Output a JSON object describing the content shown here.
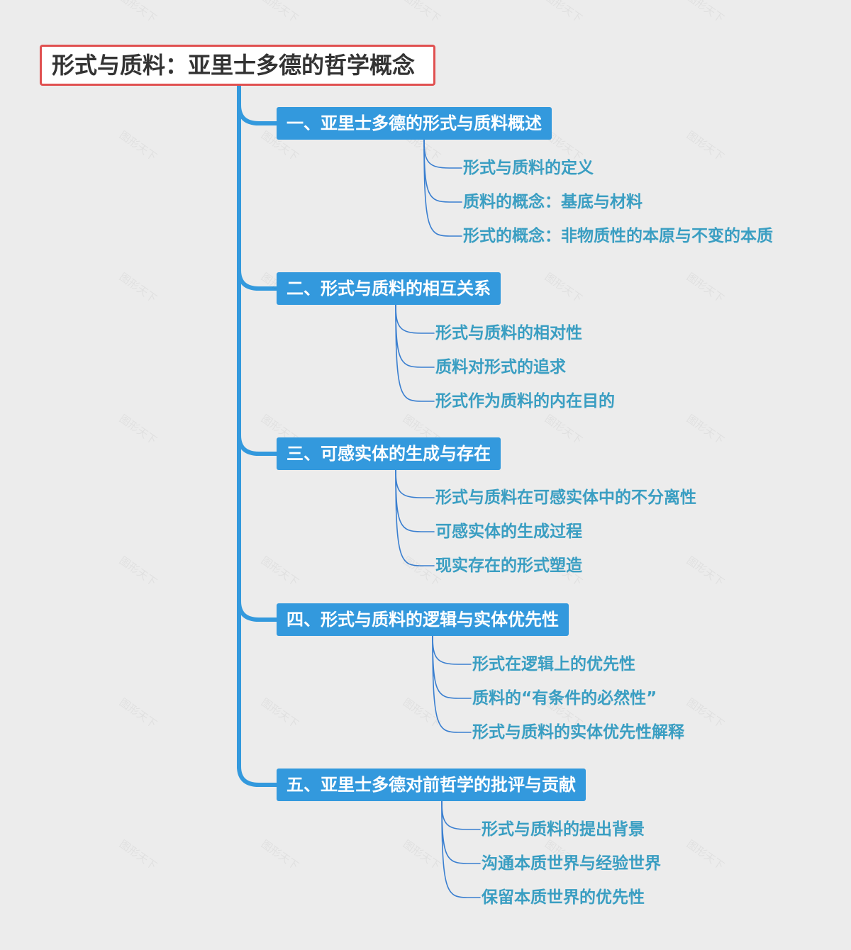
{
  "title": "形式与质料：亚里士多德的哲学概念",
  "watermark": "图形天下",
  "colors": {
    "trunk": "#3399dd",
    "branch_fill": "#3399dd",
    "leaf_line": "#3a7fd0",
    "leaf_text": "#3a9ec2",
    "root_border": "#e05050"
  },
  "branches": [
    {
      "label": "一、亚里士多德的形式与质料概述",
      "children": [
        "形式与质料的定义",
        "质料的概念：基底与材料",
        "形式的概念：非物质性的本原与不变的本质"
      ]
    },
    {
      "label": "二、形式与质料的相互关系",
      "children": [
        "形式与质料的相对性",
        "质料对形式的追求",
        "形式作为质料的内在目的"
      ]
    },
    {
      "label": "三、可感实体的生成与存在",
      "children": [
        "形式与质料在可感实体中的不分离性",
        "可感实体的生成过程",
        "现实存在的形式塑造"
      ]
    },
    {
      "label": "四、形式与质料的逻辑与实体优先性",
      "children": [
        "形式在逻辑上的优先性",
        "质料的“有条件的必然性”",
        "形式与质料的实体优先性解释"
      ]
    },
    {
      "label": "五、亚里士多德对前哲学的批评与贡献",
      "children": [
        "形式与质料的提出背景",
        "沟通本质世界与经验世界",
        "保留本质世界的优先性"
      ]
    }
  ]
}
